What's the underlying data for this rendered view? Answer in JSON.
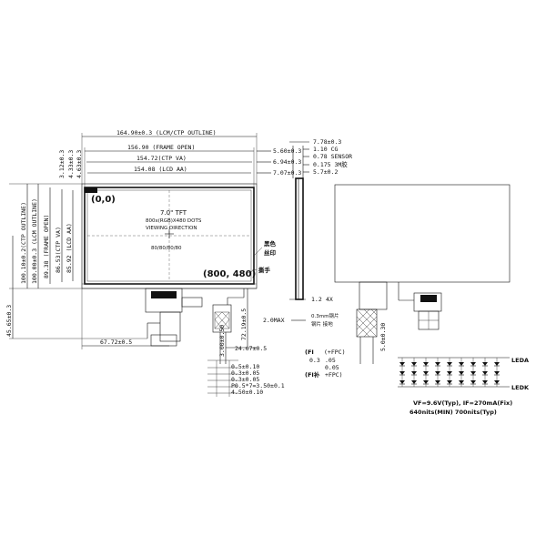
{
  "front": {
    "width_outline": "164.90±0.3 (LCM/CTP OUTLINE)",
    "width_frame": "156.90 (FRAME OPEN)",
    "width_ctp_va": "154.72(CTP VA)",
    "width_lcd_aa": "154.08 (LCD AA)",
    "left_3_12": "3.12±0.3",
    "left_4_33": "4.33±0.3",
    "left_4_63": "4.63±0.3",
    "height_outline": "100.10±0.2(CTP OUTLINE)",
    "height_lcm": "100.00±0.3 (LCM OUTLINE)",
    "height_frame": "89.38 (FRAME OPEN)",
    "height_ctp_va": "86.53(CTP VA)",
    "height_lcd_aa": "85.92 (LCD AA)",
    "bottom_45_65": "45.65±0.3",
    "bottom_67_72": "67.72±0.5",
    "fpc_72_19": "72.19±0.5",
    "fpc_24_67": "24.67±0.5",
    "fpc_3_00": "3.00±0.50",
    "pin_0_5a": "0.5±0.10",
    "pin_0_3a": "0.3±0.05",
    "pin_0_3b": "0.3±0.05",
    "pin_pitch": "P0.5*7=3.50±0.1",
    "pin_4_50": "4.50±0.10",
    "origin_label": "(0,0)",
    "corner_label": "(800, 480)",
    "center_line1": "7.0\" TFT",
    "center_line2": "800x(RGB)X480 DOTS",
    "center_line3": "VIEWING DIRECTION",
    "center_line4": "80/80/80/80",
    "black_print": "黑色\n丝印",
    "tear_hand": "撕手"
  },
  "side": {
    "t1": "7.78±0.3",
    "t2": "1.10  CG",
    "t3": "0.78  SENSOR",
    "t4": "0.175  3M胶",
    "t5": "5.7±0.2",
    "r1": "5.60±0.3",
    "r2": "6.94±0.3",
    "r3": "7.07±0.3",
    "l1": "1.2",
    "l2": "4X",
    "l3": "2.0MAX",
    "l4": "0.3mm钢片",
    "l5": "钢片  接地",
    "m1": "(FI",
    "m2": "(+FPC)",
    "m3": ".05",
    "m4": "0.05",
    "m5": "0.3",
    "m6": "(FI补",
    "m7": "+FPC)",
    "f1": "5.0±0.30"
  },
  "circuit": {
    "leda": "LEDA",
    "ledk": "LEDK",
    "spec1": "VF=9.6V(Typ),  IF=270mA(Fix)",
    "spec2": "640nits(MIN)  700nits(Typ)"
  }
}
